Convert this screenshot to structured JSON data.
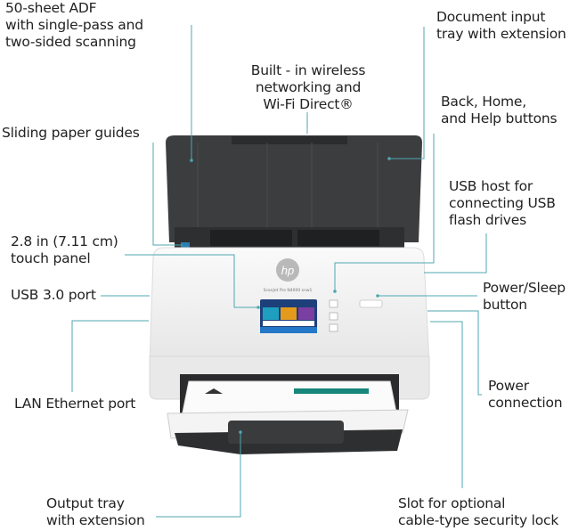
{
  "callouts": {
    "adf": [
      "50-sheet ADF",
      "with single-pass and",
      "two-sided scanning"
    ],
    "input_tray": [
      "Document input",
      "tray with extension"
    ],
    "wireless": [
      "Built - in wireless",
      "networking and",
      "Wi-Fi  Direct®"
    ],
    "buttons": [
      "Back, Home,",
      "and Help buttons"
    ],
    "paper_guides": [
      "Sliding paper guides"
    ],
    "usb_host": [
      "USB host for",
      "connecting USB",
      "flash drives"
    ],
    "touch_panel": [
      "2.8 in (7.11 cm)",
      "touch panel"
    ],
    "usb_port": [
      "USB 3.0 port"
    ],
    "power_sleep": [
      "Power/Sleep",
      "button"
    ],
    "lan": [
      "LAN Ethernet port"
    ],
    "power_connection": [
      "Power",
      "connection"
    ],
    "output_tray": [
      "Output tray",
      "with extension"
    ],
    "security_slot": [
      "Slot for optional",
      "cable-type security lock"
    ]
  },
  "product": {
    "logo": "hp",
    "model": "ScanJet Pro N4000 snw1"
  },
  "colors": {
    "leader_line": "#4fa7b0",
    "tray_dark": "#3a3b3d",
    "body": "#f1f1f1"
  },
  "icons": [
    "back-icon",
    "home-icon",
    "help-icon"
  ]
}
